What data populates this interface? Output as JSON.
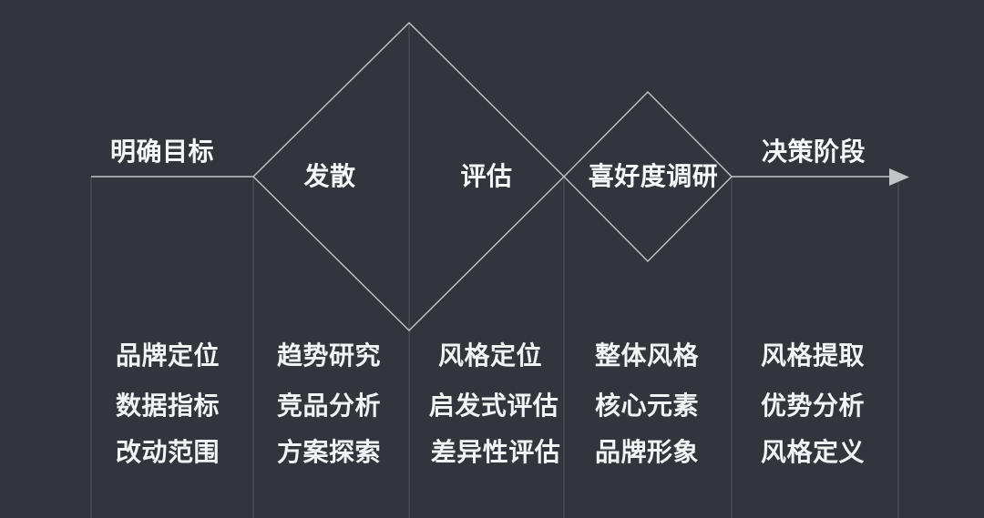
{
  "diagram": {
    "type": "double-diamond-process",
    "phases": [
      {
        "label": "明确目标",
        "items": [
          "品牌定位",
          "数据指标",
          "改动范围"
        ]
      },
      {
        "label": "发散",
        "items": [
          "趋势研究",
          "竞品分析",
          "方案探索"
        ]
      },
      {
        "label": "评估",
        "items": [
          "风格定位",
          "启发式评估",
          "差异性评估"
        ]
      },
      {
        "label": "喜好度调研",
        "items": [
          "整体风格",
          "核心元素",
          "品牌形象"
        ]
      },
      {
        "label": "决策阶段",
        "items": [
          "风格提取",
          "优势分析",
          "风格定义"
        ]
      }
    ],
    "icons": {
      "arrow": "right-arrow-icon"
    },
    "colors": {
      "background": "#32353c",
      "line_bright": "#c2c4c8",
      "line_faint": "#55585f",
      "text": "#f4f5f7"
    }
  }
}
